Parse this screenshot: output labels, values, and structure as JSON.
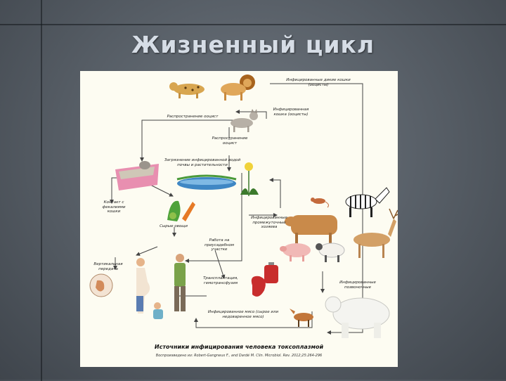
{
  "slide": {
    "title": "Жизненный цикл"
  },
  "diagram": {
    "labels": {
      "infected_wild_cats": "Инфицированные дикие кошки (ооцисты)",
      "infected_domestic_cat": "Инфицированная кошка (ооцисты)",
      "oocyst_spread": "Распространение ооцист",
      "oocyst_spread_2": "Распространение ооцист",
      "contamination": "Загрязнение инфицированной водой почвы и растительности",
      "fecal_contact": "Контакт с фекалиями кошки",
      "raw_vegetables": "Сырые овощи",
      "infected_intermediate": "Инфицированные промежуточные хозяева",
      "garden_work": "Работа на приусадебном участке",
      "vertical_transmission": "Вертикальная передача",
      "transplantation": "Трансплантация, гемотрансфузия",
      "infected_hosts": "Инфицированные позвоночные",
      "infected_meat": "Инфицированное мясо (сырое или недоваренное мясо)",
      "sources_title": "Источники инфицирования человека токсоплазмой",
      "credit": "Воспроизведено из: Robert-Gangneux F., and Dardé M. Clin. Microbiol. Rev. 2012;25:264-296"
    },
    "colors": {
      "panel_bg": "#fdfcf2",
      "arrow": "#444444",
      "title_text": "#d6dde6"
    },
    "icons": [
      "leopard-icon",
      "lion-icon",
      "cat-icon",
      "litter-box-icon",
      "pond-icon",
      "dandelion-icon",
      "vegetables-icon",
      "rat-icon",
      "zebra-icon",
      "cow-icon",
      "deer-icon",
      "sheep-icon",
      "pig-icon",
      "pregnant-woman-icon",
      "man-icon",
      "child-icon",
      "fetus-icon",
      "organs-icon",
      "blood-bag-icon",
      "polar-bear-icon",
      "fox-icon"
    ]
  }
}
